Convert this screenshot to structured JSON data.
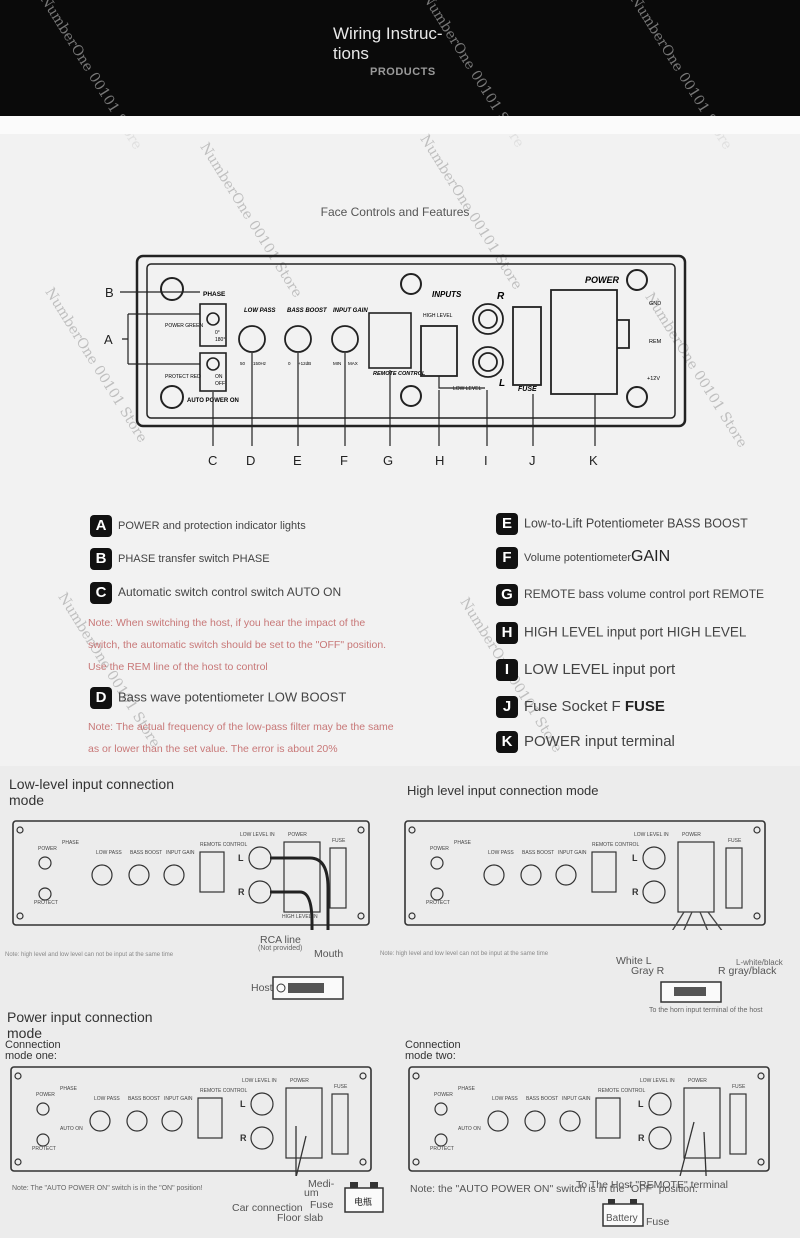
{
  "header": {
    "title_line1": "Wiring Instruc-",
    "title_line2": "tions",
    "subtitle": "PRODUCTS",
    "watermark": "NumberOne 00101 Store"
  },
  "face": {
    "title": "Face Controls and Features",
    "letters": [
      "A",
      "B",
      "C",
      "D",
      "E",
      "F",
      "G",
      "H",
      "I",
      "J",
      "K"
    ],
    "panel_text": {
      "phase": "PHASE",
      "power_green": "POWER GREEN",
      "protect_red": "PROTECT RED",
      "phase_0": "0°",
      "phase_180": "180°",
      "on": "ON",
      "off": "OFF",
      "auto_power_on": "AUTO POWER ON",
      "low_pass": "LOW PASS",
      "bass_boost": "BASS BOOST",
      "input_gain": "INPUT GAIN",
      "lp_min": "50",
      "lp_max": "150Hz",
      "bb_min": "0",
      "bb_max": "+12dB",
      "ig_min": "MIN",
      "ig_max": "MAX",
      "remote_control": "REMOTE CONTROL",
      "inputs": "INPUTS",
      "high_level": "HIGH LEVEL",
      "low_level": "LOW LEVEL",
      "r": "R",
      "l": "L",
      "fuse": "FUSE",
      "power": "POWER",
      "gnd": "GND",
      "rem": "REM",
      "v12": "+12V"
    }
  },
  "features_left": [
    {
      "letter": "A",
      "text": "POWER and protection indicator lights"
    },
    {
      "letter": "B",
      "text": "PHASE transfer switch PHASE"
    },
    {
      "letter": "C",
      "text": "Automatic switch control switch AUTO ON"
    },
    {
      "letter": "D",
      "text": "Bass wave potentiometer LOW BOOST"
    }
  ],
  "notes": {
    "c_note_1": "Note: When switching the host, if you hear the impact of the",
    "c_note_2": "switch, the automatic switch should be set to the \"OFF\" position.",
    "c_note_3": "Use the REM line of the host to control",
    "d_note_1": "Note: The actual frequency of the low-pass filter may be the same",
    "d_note_2": "as or lower than the set value. The error is about 20%"
  },
  "features_right": [
    {
      "letter": "E",
      "text": "Low-to-Lift Potentiometer BASS BOOST",
      "extra": ""
    },
    {
      "letter": "F",
      "text": "Volume potentiometer",
      "extra": "GAIN"
    },
    {
      "letter": "G",
      "text": "REMOTE bass volume control port REMOTE",
      "extra": ""
    },
    {
      "letter": "H",
      "text": "HIGH LEVEL input port HIGH LEVEL",
      "extra": ""
    },
    {
      "letter": "I",
      "text": "LOW LEVEL input port",
      "extra": ""
    },
    {
      "letter": "J",
      "text": "Fuse Socket F",
      "extra": "FUSE"
    },
    {
      "letter": "K",
      "text": "POWER input terminal",
      "extra": ""
    }
  ],
  "sections": {
    "low_level_title_1": "Low-level input connection",
    "low_level_title_2": "mode",
    "high_level_title": "High level input connection mode",
    "power_title_1": "Power input connection",
    "power_title_2": "mode",
    "mode_one_1": "Connection",
    "mode_one_2": "mode one:",
    "mode_two_1": "Connection",
    "mode_two_2": "mode two:"
  },
  "mini_panel": {
    "power": "POWER",
    "phase": "PHASE",
    "protect": "PROTECT",
    "auto_on": "AUTO ON",
    "low_pass": "LOW PASS",
    "bass_boost": "BASS BOOST",
    "input_gain": "INPUT GAIN",
    "remote_control": "REMOTE CONTROL",
    "low_level_in": "LOW LEVEL IN",
    "high_level_in": "HIGH LEVEL IN",
    "fuse": "FUSE",
    "l": "L",
    "r": "R"
  },
  "low_level_diagram": {
    "note": "Note: high level and low level can not be input at the same time",
    "rca_line": "RCA line",
    "not_provided": "(Not provided)",
    "mouth": "Mouth",
    "host": "Host"
  },
  "high_level_diagram": {
    "note": "Note: high level and low level can not be input at the same time",
    "white_l": "White L",
    "gray_r": "Gray R",
    "l_white_black": "L-white/black",
    "r_gray_black": "R gray/black",
    "host_terminal": "To the horn input terminal of the host"
  },
  "mode_one_diagram": {
    "note": "Note: The \"AUTO POWER ON\" switch is in the \"ON\" position!",
    "medium_1": "Medi-",
    "medium_2": "um",
    "fuse": "Fuse",
    "battery_cn": "电瓶",
    "car_connection": "Car connection",
    "floor_slab": "Floor slab"
  },
  "mode_two_diagram": {
    "note": "Note: the \"AUTO POWER ON\" switch is in the \"OFF\" position.",
    "to_host": "To The Host \"REMOTE\" terminal",
    "battery": "Battery",
    "fuse": "Fuse"
  }
}
